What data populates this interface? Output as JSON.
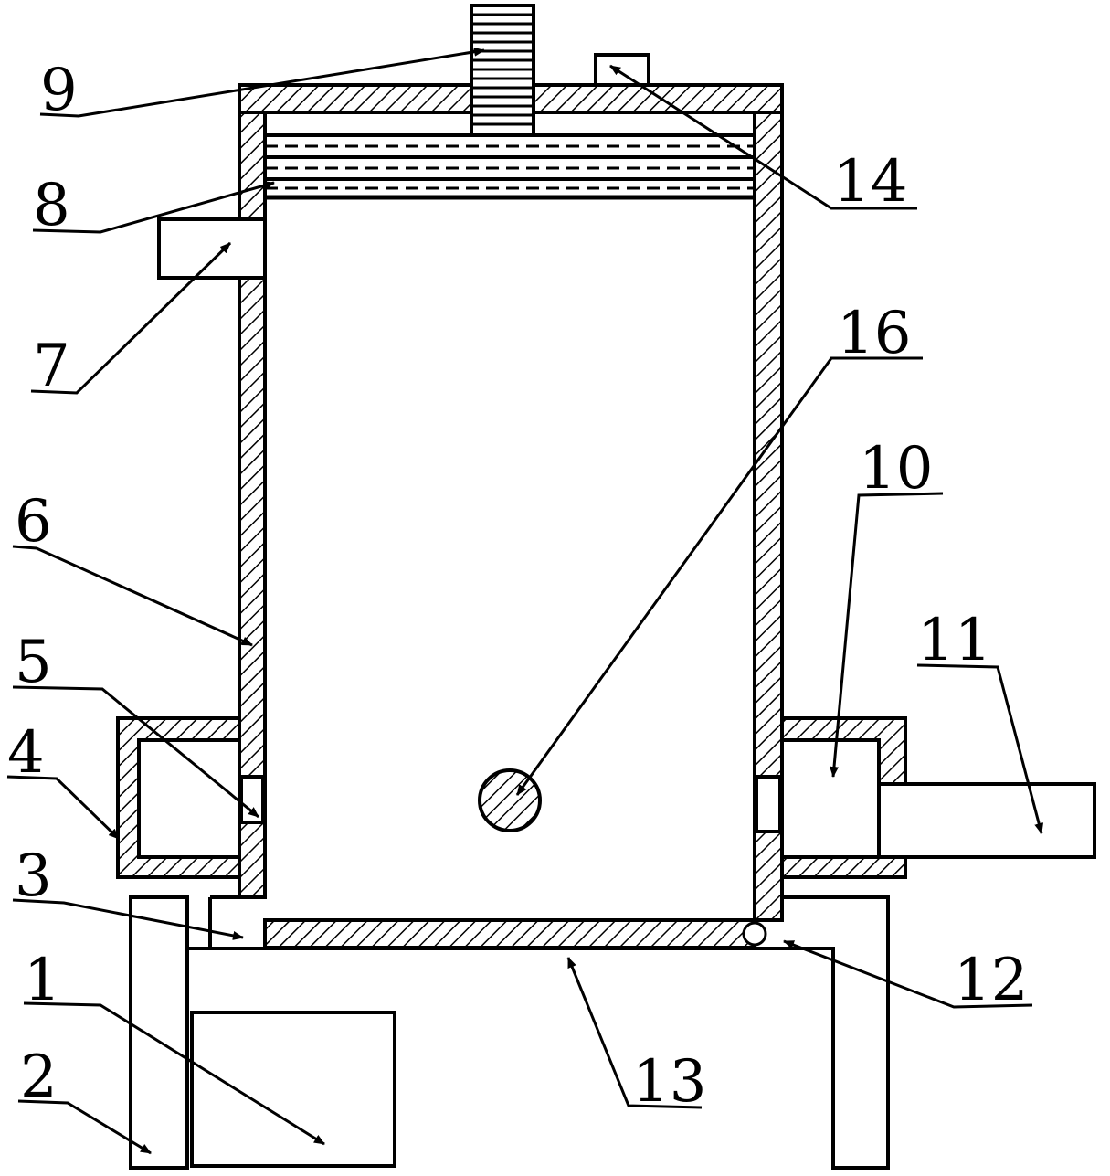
{
  "labels": {
    "l1": "1",
    "l2": "2",
    "l3": "3",
    "l4": "4",
    "l5": "5",
    "l6": "6",
    "l7": "7",
    "l8": "8",
    "l9": "9",
    "l10": "10",
    "l11": "11",
    "l12": "12",
    "l13": "13",
    "l14": "14",
    "l16": "16"
  },
  "colors": {
    "line": "#000000",
    "background": "#ffffff"
  }
}
